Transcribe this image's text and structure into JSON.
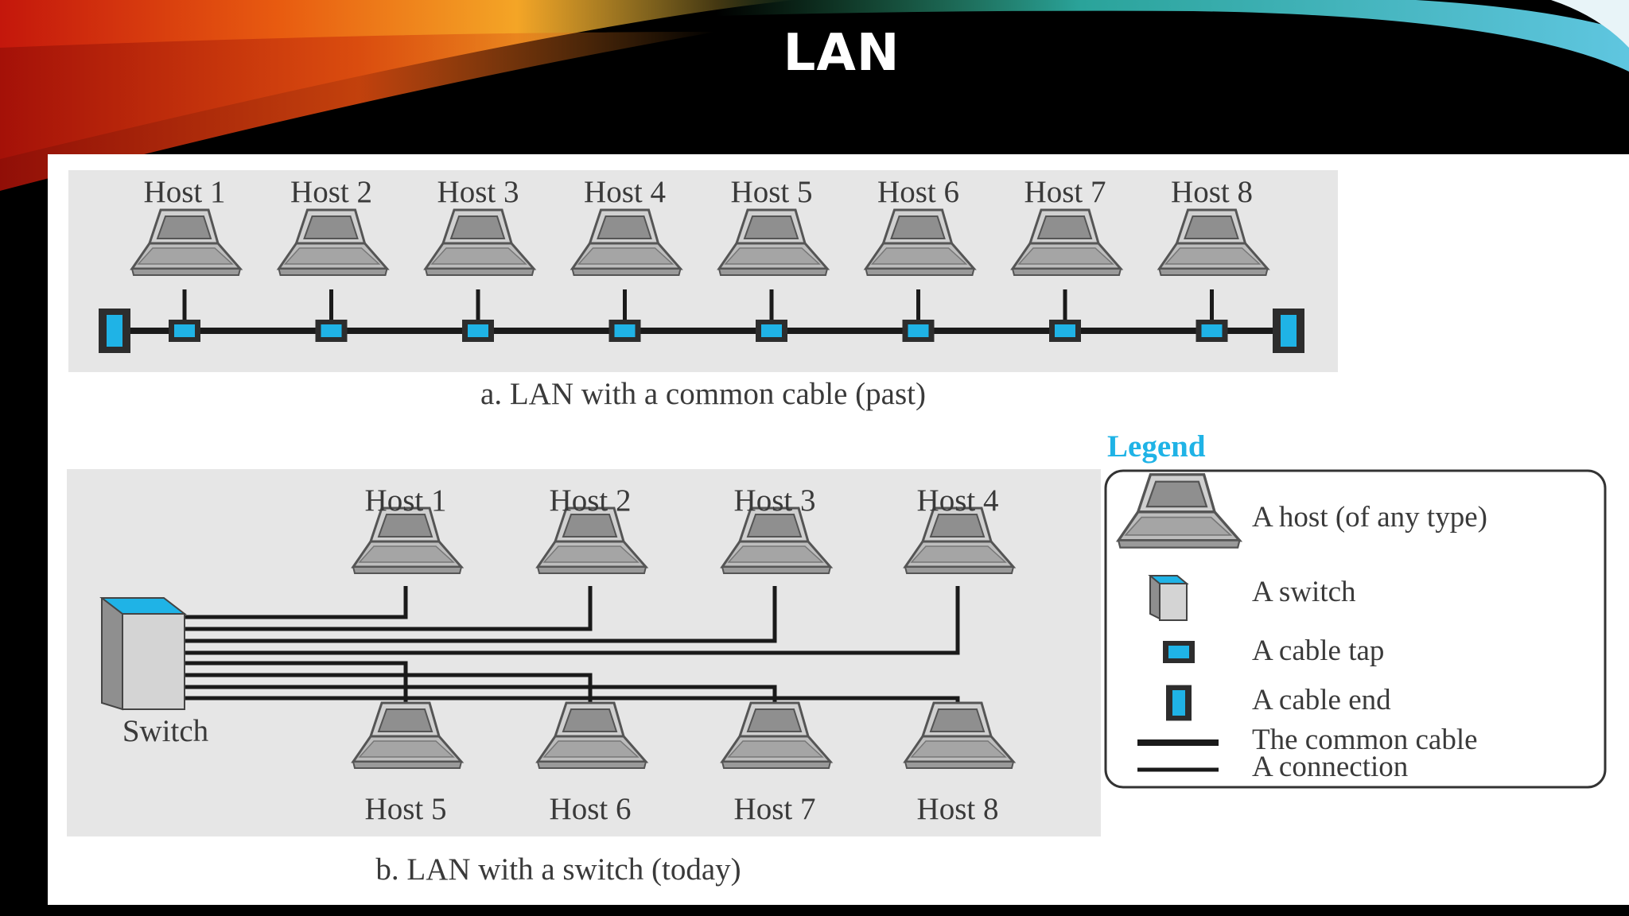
{
  "title": "LAN",
  "diagram_a": {
    "hosts": [
      "Host 1",
      "Host 2",
      "Host 3",
      "Host 4",
      "Host 5",
      "Host 6",
      "Host 7",
      "Host 8"
    ],
    "caption": "a. LAN with a common cable (past)"
  },
  "diagram_b": {
    "top_hosts": [
      "Host 1",
      "Host 2",
      "Host 3",
      "Host 4"
    ],
    "bottom_hosts": [
      "Host 5",
      "Host 6",
      "Host 7",
      "Host 8"
    ],
    "switch_label": "Switch",
    "caption": "b. LAN with a switch (today)"
  },
  "legend": {
    "title": "Legend",
    "items": [
      "A host (of any type)",
      "A switch",
      "A cable tap",
      "A cable end",
      "The common cable",
      "A connection"
    ]
  },
  "colors": {
    "accent_blue": "#1fb3e6",
    "panel_gray": "#e6e6e6",
    "cable": "#1a1a1a"
  }
}
